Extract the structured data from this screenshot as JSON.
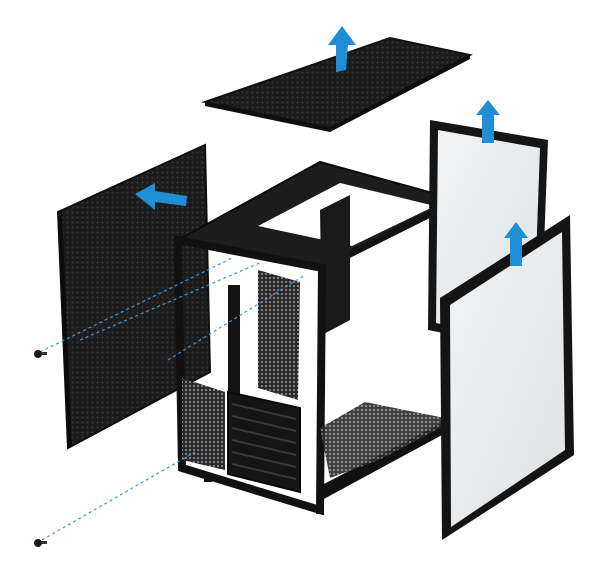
{
  "image": {
    "subject": "exploded-view-pc-case",
    "background_color": "#ffffff"
  },
  "colors": {
    "panel_dark": "#1a1a1a",
    "panel_mid": "#2a2a2a",
    "frame_black": "#111111",
    "glass_tint": "#e9ecef",
    "glass_edge": "#1b1b1b",
    "arrow_blue": "#1e8fd6",
    "guide_line_blue": "#3a9ad9"
  },
  "parts": [
    {
      "name": "top-mesh-panel",
      "icon": "up-arrow-icon"
    },
    {
      "name": "left-mesh-panel",
      "icon": "left-arrow-icon"
    },
    {
      "name": "rear-glass-panel",
      "icon": "up-arrow-icon"
    },
    {
      "name": "front-glass-panel",
      "icon": "up-arrow-icon"
    },
    {
      "name": "chassis-frame"
    },
    {
      "name": "thumb-screws"
    }
  ]
}
